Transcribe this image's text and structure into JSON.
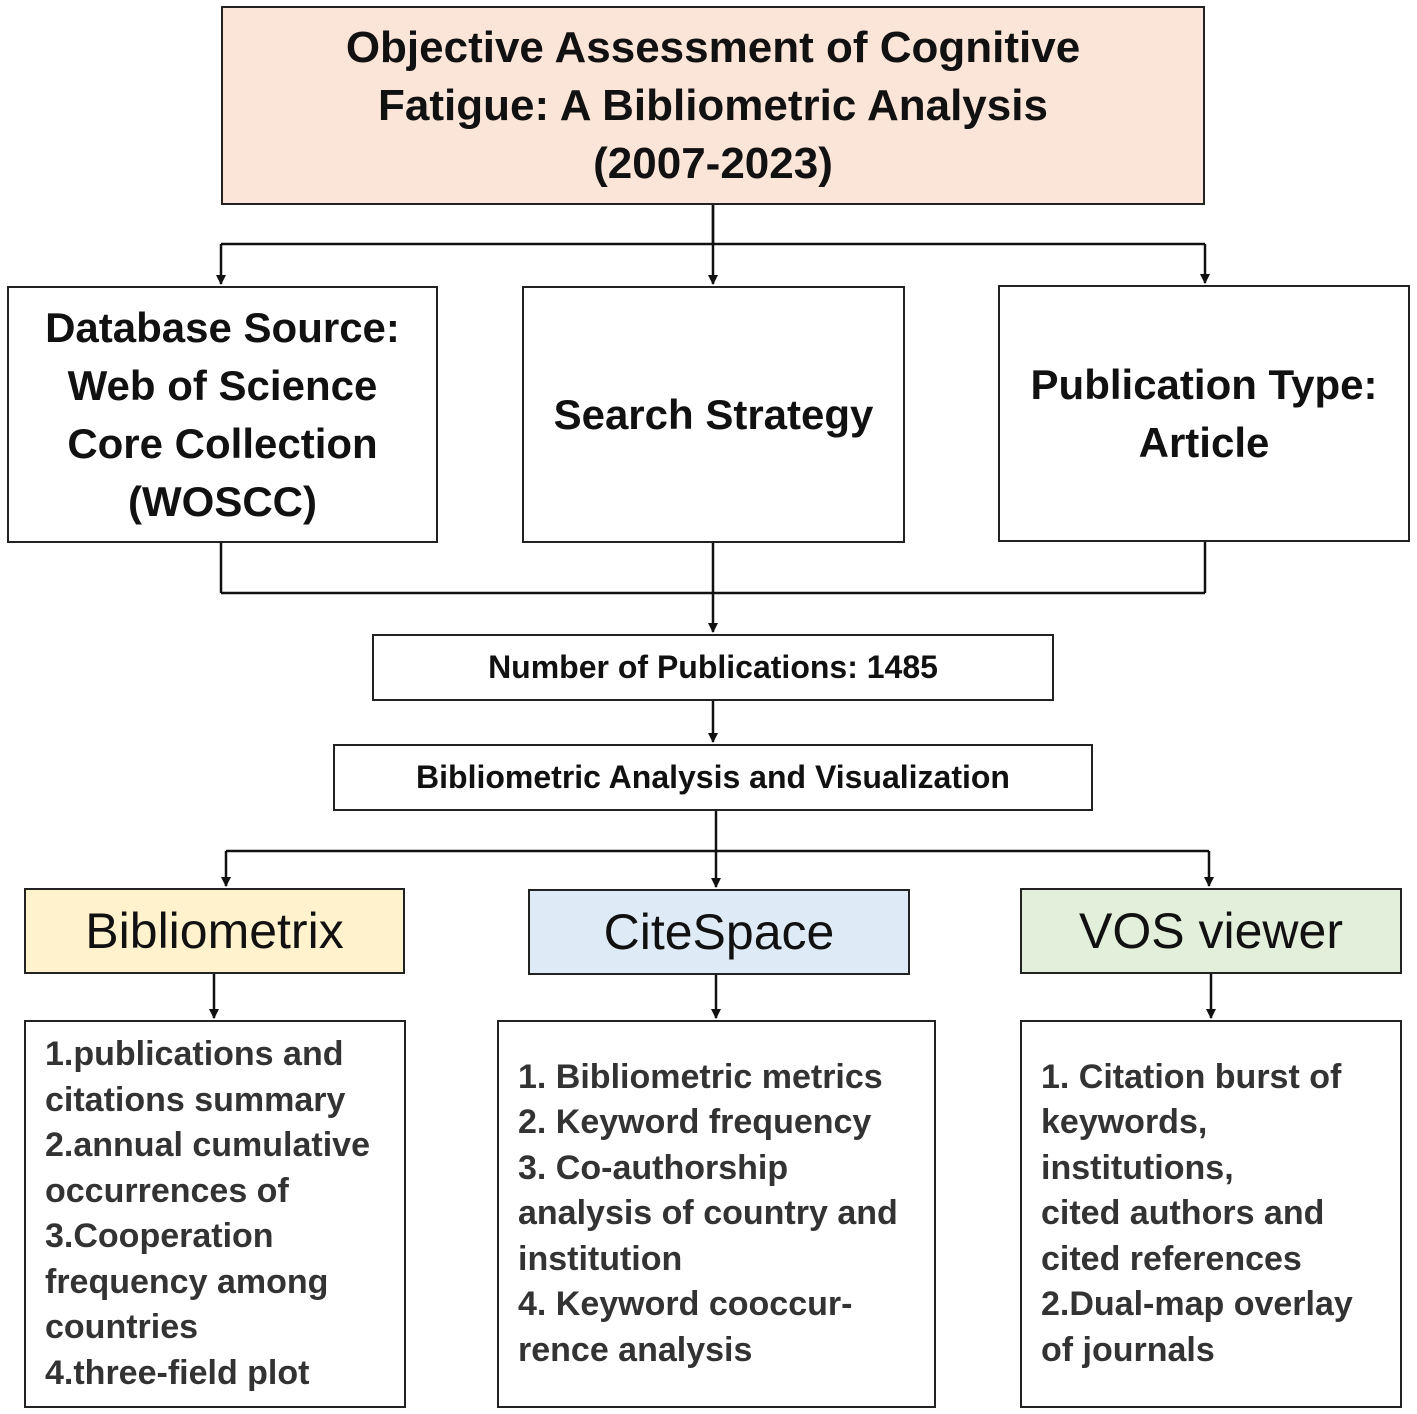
{
  "title": "Objective Assessment of Cognitive\nFatigue: A Bibliometric Analysis\n(2007-2023)",
  "sources": {
    "database": "Database Source:\nWeb of Science\nCore Collection\n(WOSCC)",
    "search": "Search Strategy",
    "publication_type": "Publication Type:\nArticle"
  },
  "publications_count": "Number of Publications: 1485",
  "analysis": "Bibliometric Analysis and Visualization",
  "tools": [
    {
      "name": "Bibliometrix",
      "color": "#fff2cc",
      "items": [
        "1.publications and\ncitations summary",
        "2.annual cumulative\noccurrences of",
        "3.Cooperation\nfrequency among\ncountries",
        "4.three-field plot"
      ]
    },
    {
      "name": "CiteSpace",
      "color": "#deebf7",
      "items": [
        "1. Bibliometric metrics",
        "2. Keyword frequency",
        "3. Co-authorship\nanalysis of country and\ninstitution",
        "4. Keyword cooccur-\nrence analysis"
      ]
    },
    {
      "name": "VOS viewer",
      "color": "#e2efda",
      "items": [
        "1. Citation burst of\nkeywords,\ninstitutions,\ncited authors and\ncited references",
        "2.Dual-map overlay\nof journals"
      ]
    }
  ],
  "colors": {
    "title_fill": "#fbe5d8",
    "line": "#111111"
  }
}
